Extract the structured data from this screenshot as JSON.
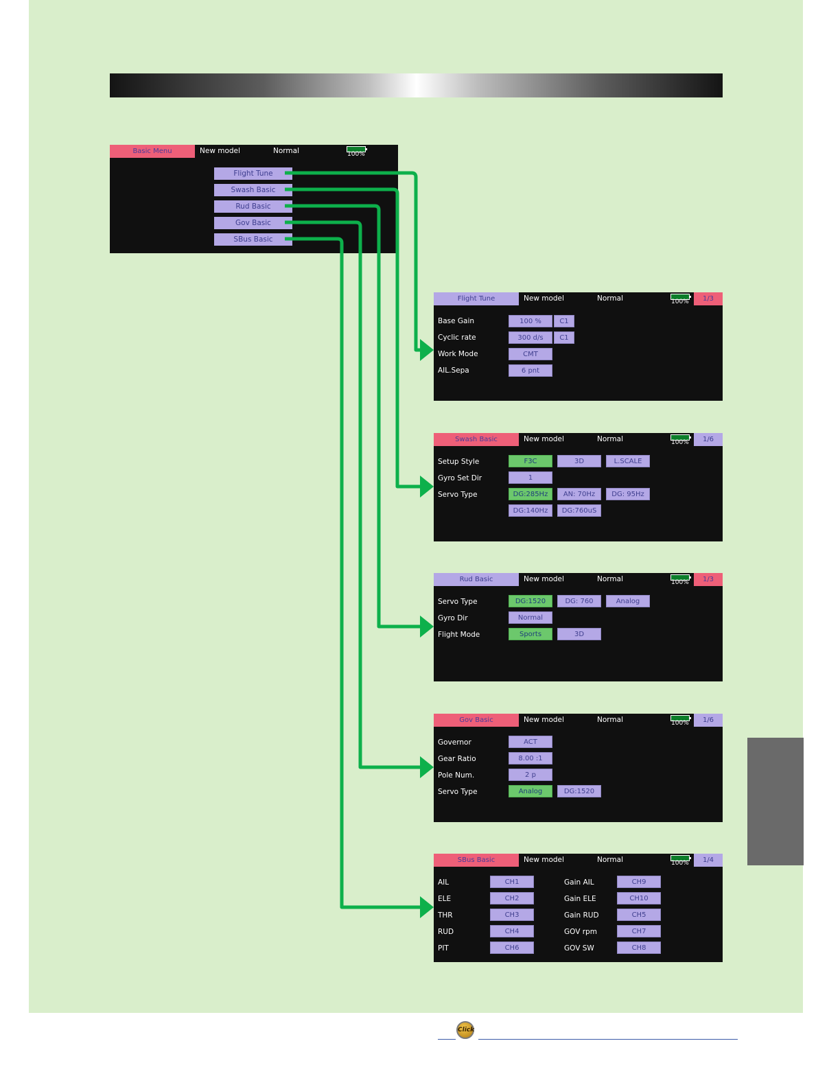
{
  "header_common": {
    "model": "New model",
    "mode": "Normal",
    "battery": "100%"
  },
  "basic_menu": {
    "title": "Basic Menu",
    "items": [
      "Flight Tune",
      "Swash Basic",
      "Rud Basic",
      "Gov Basic",
      "SBus Basic"
    ]
  },
  "flight_tune": {
    "title": "Flight Tune",
    "page": "1/3",
    "rows": [
      {
        "label": "Base Gain",
        "values": [
          "100 %",
          "C1"
        ]
      },
      {
        "label": "Cyclic rate",
        "values": [
          "300 d/s",
          "C1"
        ]
      },
      {
        "label": "Work Mode",
        "values": [
          "CMT"
        ]
      },
      {
        "label": "AIL.Sepa",
        "values": [
          "6 pnt"
        ]
      }
    ]
  },
  "swash_basic": {
    "title": "Swash Basic",
    "page": "1/6",
    "rows": [
      {
        "label": "Setup Style",
        "values": [
          "F3C",
          "3D",
          "L.SCALE"
        ]
      },
      {
        "label": "Gyro Set Dir",
        "values": [
          "1"
        ]
      },
      {
        "label": "Servo Type",
        "values": [
          "DG:285Hz",
          "AN: 70Hz",
          "DG: 95Hz"
        ]
      },
      {
        "label": "",
        "values": [
          "DG:140Hz",
          "DG:760uS"
        ]
      }
    ]
  },
  "rud_basic": {
    "title": "Rud Basic",
    "page": "1/3",
    "rows": [
      {
        "label": "Servo Type",
        "values": [
          "DG:1520",
          "DG: 760",
          "Analog"
        ]
      },
      {
        "label": "Gyro Dir",
        "values": [
          "Normal"
        ]
      },
      {
        "label": "Flight Mode",
        "values": [
          "Sports",
          "3D"
        ]
      }
    ]
  },
  "gov_basic": {
    "title": "Gov Basic",
    "page": "1/6",
    "rows": [
      {
        "label": "Governor",
        "values": [
          "ACT"
        ]
      },
      {
        "label": "Gear Ratio",
        "values": [
          "8.00 :1"
        ]
      },
      {
        "label": "Pole Num.",
        "values": [
          "2 p"
        ]
      },
      {
        "label": "Servo Type",
        "values": [
          "Analog",
          "DG:1520"
        ]
      }
    ]
  },
  "sbus_basic": {
    "title": "SBus Basic",
    "page": "1/4",
    "left": [
      {
        "label": "AIL",
        "value": "CH1"
      },
      {
        "label": "ELE",
        "value": "CH2"
      },
      {
        "label": "THR",
        "value": "CH3"
      },
      {
        "label": "RUD",
        "value": "CH4"
      },
      {
        "label": "PIT",
        "value": "CH6"
      }
    ],
    "right": [
      {
        "label": "Gain AIL",
        "value": "CH9"
      },
      {
        "label": "Gain ELE",
        "value": "CH10"
      },
      {
        "label": "Gain RUD",
        "value": "CH5"
      },
      {
        "label": "GOV rpm",
        "value": "CH7"
      },
      {
        "label": "GOV SW",
        "value": "CH8"
      }
    ]
  },
  "footer": {
    "click_icon_label": "Click"
  },
  "colors": {
    "page_bg": "#d9eecb",
    "arrow": "#0db04b",
    "screen": "#101010",
    "title_pink": "#ee5f78",
    "title_lavender": "#b4a8e6",
    "selected_green": "#6cc86c"
  }
}
